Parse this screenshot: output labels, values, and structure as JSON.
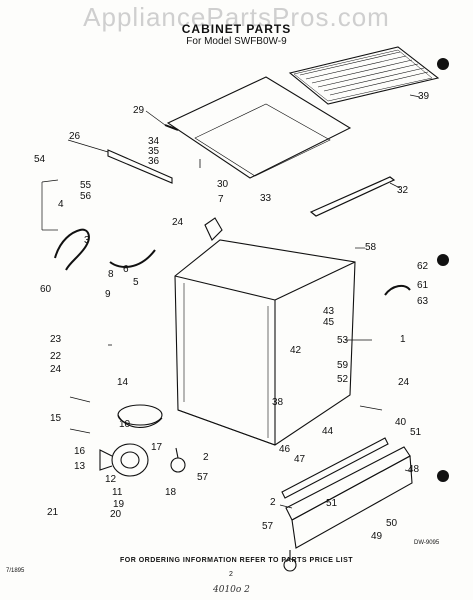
{
  "header": {
    "watermark": "AppliancePartsPros.com",
    "title": "CABINET PARTS",
    "model_line": "For Model SWFB0W-9"
  },
  "footer": {
    "ordering_note": "FOR ORDERING INFORMATION REFER TO PARTS PRICE LIST",
    "page_number": "2",
    "date_code": "7/1895",
    "drawing_code": "DW-9095",
    "handwritten_note": "4010o 2"
  },
  "callouts": [
    "1",
    "2",
    "2",
    "3",
    "4",
    "5",
    "6",
    "7",
    "8",
    "9",
    "10",
    "11",
    "12",
    "13",
    "14",
    "15",
    "16",
    "17",
    "18",
    "19",
    "20",
    "21",
    "22",
    "23",
    "24",
    "24",
    "24",
    "26",
    "29",
    "30",
    "32",
    "33",
    "34",
    "35",
    "36",
    "38",
    "39",
    "40",
    "42",
    "43",
    "44",
    "45",
    "46",
    "47",
    "48",
    "49",
    "50",
    "51",
    "51",
    "52",
    "53",
    "54",
    "55",
    "56",
    "57",
    "57",
    "58",
    "59",
    "60",
    "61",
    "62",
    "63"
  ],
  "colors": {
    "ink": "#111111",
    "paper": "#fdfdfb",
    "watermark": "#cfcfcf"
  }
}
